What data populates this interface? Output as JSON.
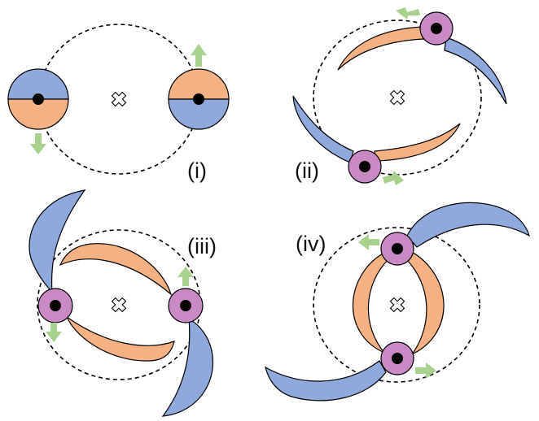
{
  "panels": [
    {
      "id": "i",
      "label": "(i)"
    },
    {
      "id": "ii",
      "label": "(ii)"
    },
    {
      "id": "iii",
      "label": "(iii)"
    },
    {
      "id": "iv",
      "label": "(iv)"
    }
  ],
  "colors": {
    "spiral_arm_blue": "#8FA9DC",
    "spiral_arm_orange": "#F4B183",
    "node_purple": "#C989C4",
    "velocity_arrow_green": "#A9D18E",
    "outline": "#000000"
  },
  "icons": [
    "center-of-mass-cross-icon",
    "velocity-arrow-icon"
  ]
}
